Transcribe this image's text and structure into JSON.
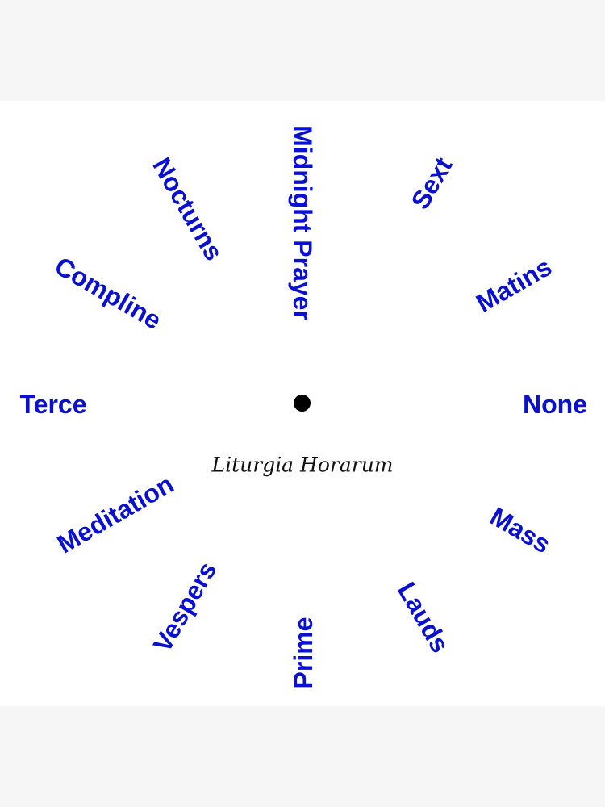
{
  "motto": "Liturgia Horarum",
  "colors": {
    "hour_label": "#0a10d0",
    "motto": "#111111",
    "dot": "#000000",
    "face": "#ffffff",
    "frame": "#f6f6f6"
  },
  "hours": [
    {
      "label": "Midnight Prayer"
    },
    {
      "label": "Sext"
    },
    {
      "label": "Matins"
    },
    {
      "label": "None"
    },
    {
      "label": "Mass"
    },
    {
      "label": "Lauds"
    },
    {
      "label": "Prime"
    },
    {
      "label": "Vespers"
    },
    {
      "label": "Meditation"
    },
    {
      "label": "Terce"
    },
    {
      "label": "Compline"
    },
    {
      "label": "Nocturns"
    }
  ]
}
